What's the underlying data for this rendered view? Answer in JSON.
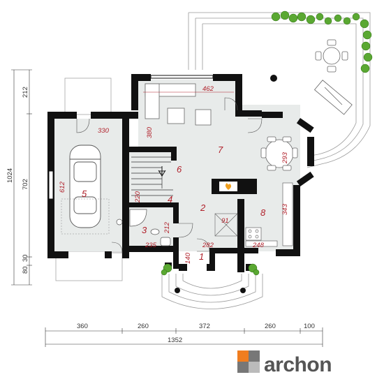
{
  "plan": {
    "room_numbers": [
      "1",
      "2",
      "3",
      "4",
      "5",
      "6",
      "7",
      "8"
    ],
    "room_dims": [
      "462",
      "380",
      "330",
      "612",
      "220",
      "212",
      "235",
      "282",
      "140",
      "91",
      "248",
      "343",
      "293"
    ],
    "left_dims": [
      "212",
      "702",
      "80",
      "30",
      "1024"
    ],
    "bottom_dims": [
      "360",
      "260",
      "372",
      "260",
      "100"
    ],
    "total_width": "1352"
  },
  "brand": {
    "name": "archon",
    "colors": {
      "orange": "#f07d1f",
      "gray": "#666666",
      "red_label": "#b0202a"
    }
  },
  "colors": {
    "wall": "#111111",
    "floor": "#e8ebea",
    "terrace": "#ffffff",
    "plant": "#5aa832",
    "fire": "#f0a020"
  }
}
